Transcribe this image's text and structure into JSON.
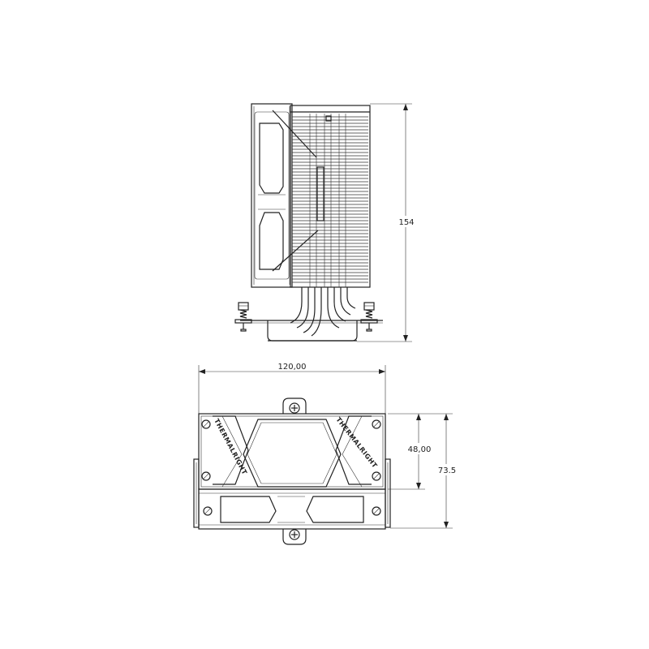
{
  "side_view": {
    "height_label": "154"
  },
  "top_view": {
    "width_label": "120,00",
    "inner_depth_label": "48,00",
    "total_depth_label": "73.5",
    "brand_left": "THERMALRIGHT",
    "brand_right": "THERMALRIGHT"
  }
}
